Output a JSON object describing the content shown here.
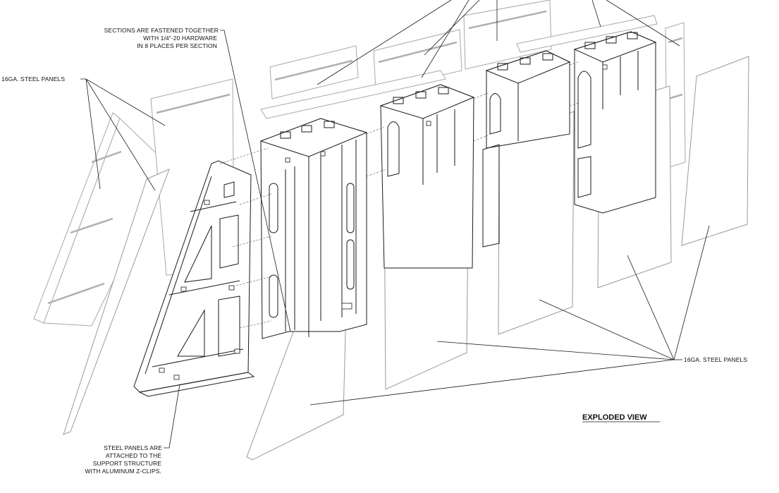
{
  "callouts": {
    "fasteners_line1": "SECTIONS ARE FASTENED TOGETHER",
    "fasteners_line2": "WITH 1/4\"-20 HARDWARE",
    "fasteners_line3": "IN 8 PLACES PER SECTION",
    "left_panels": "16GA. STEEL PANELS",
    "right_panels": "16GA. STEEL PANELS",
    "zclip_line1": "STEEL PANELS ARE",
    "zclip_line2": "ATTACHED TO THE",
    "zclip_line3": "SUPPORT STRUCTURE",
    "zclip_line4": "WITH ALUMINUM Z-CLIPS."
  },
  "view_title": "EXPLODED VIEW"
}
